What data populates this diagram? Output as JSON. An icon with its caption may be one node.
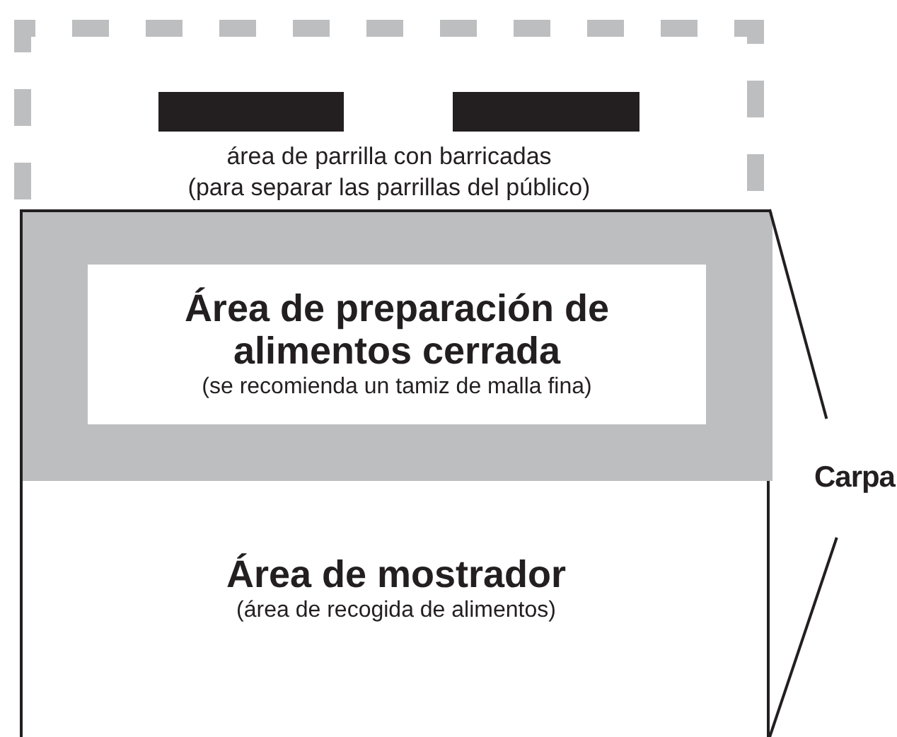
{
  "diagram": {
    "nodes": [
      {
        "text": [
          "área de parrilla con barricadas",
          "(para separar las parrillas del público)"
        ]
      },
      {
        "text": [],
        "shape": "bar",
        "in": 0
      },
      {
        "text": [],
        "shape": "bar",
        "in": 0
      },
      {
        "text": [],
        "shape": "box"
      },
      {
        "text": [],
        "shape": "band",
        "in": 3
      },
      {
        "text": [
          "Área de preparación de alimentos cerrada",
          "(se recomienda un tamiz de malla fina)"
        ],
        "in": 4
      },
      {
        "text": [
          "Área de mostrador",
          "(área de recogida de alimentos)"
        ],
        "in": 3
      },
      {
        "text": [
          "Carpa"
        ]
      }
    ],
    "edges": [
      {
        "from": 7,
        "to": 3,
        "arrow": "none"
      },
      {
        "from": 7,
        "to": 3,
        "arrow": "none"
      }
    ]
  }
}
